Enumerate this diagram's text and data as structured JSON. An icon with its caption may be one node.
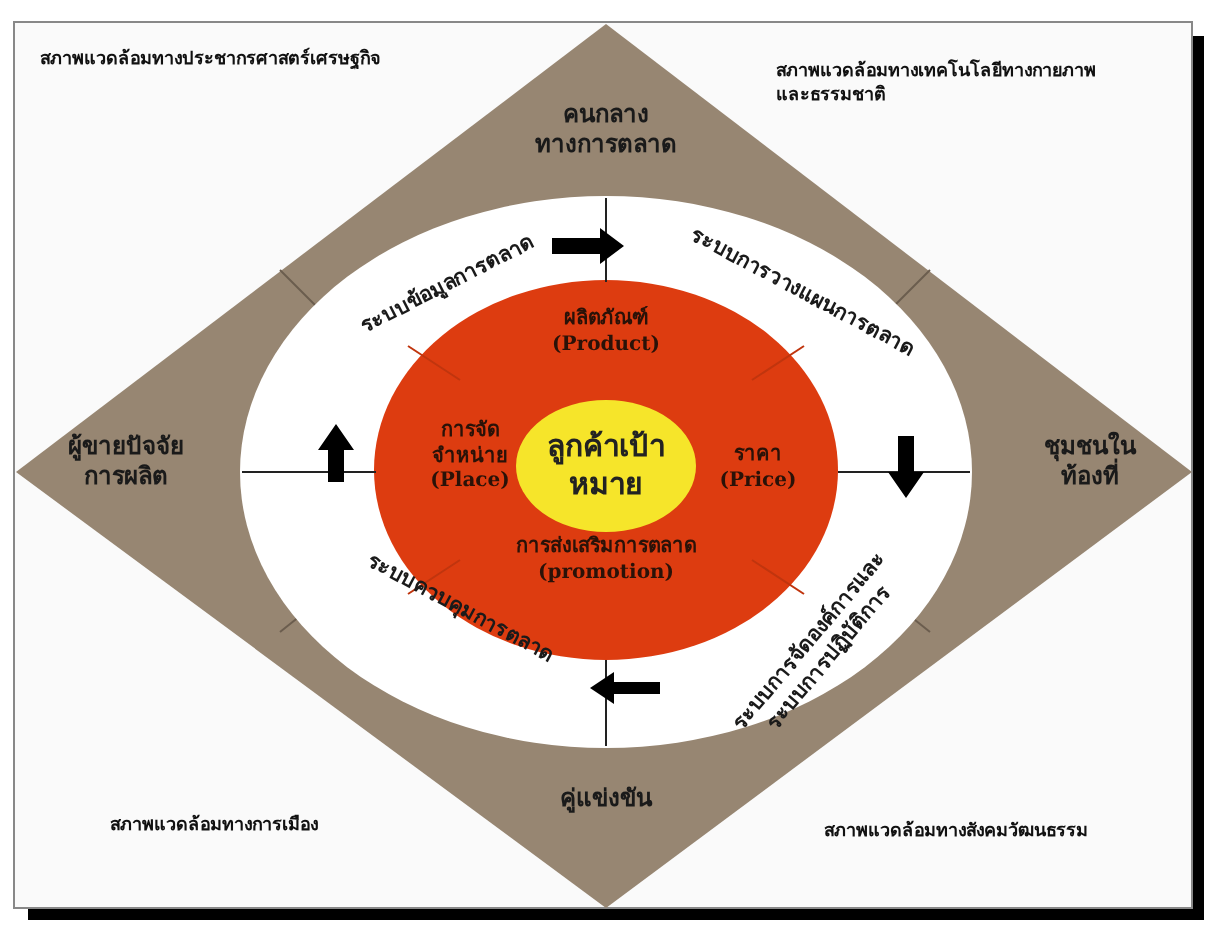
{
  "diagram": {
    "nodes": [
      {
        "text": [
          "คนกลางทางการตลาด"
        ]
      },
      {
        "text": [
          "ผู้ขายปัจจัยการผลิต"
        ]
      },
      {
        "text": [
          "ชุมชนในท้องที่"
        ]
      },
      {
        "text": [
          "คู่แข่งขัน"
        ]
      },
      {
        "text": [
          "ระบบข้อมูลการตลาด",
          "ระบบการวางแผนการตลาด",
          "ระบบการจัดองค์การและระบบการปฏิบัติการ",
          "ระบบควบคุมการตลาด"
        ]
      },
      {
        "text": [
          "ผลิตภัณฑ์ (Product)"
        ],
        "in": 4
      },
      {
        "text": [
          "การจัดจำหน่าย (Place)"
        ],
        "in": 4
      },
      {
        "text": [
          "ราคา (Price)"
        ],
        "in": 4
      },
      {
        "text": [
          "การส่งเสริมการตลาด (promotion)"
        ],
        "in": 4
      },
      {
        "text": [
          "ลูกค้าเป้าหมาย"
        ],
        "in": 4
      }
    ],
    "edges": [],
    "labels": [
      "สภาพแวดล้อมทางประชากรศาสตร์เศรษฐกิจ",
      "สภาพแวดล้อมทางเทคโนโลยีทางกายภาพและธรรมชาติ",
      "สภาพแวดล้อมทางการเมือง",
      "สภาพแวดล้อมทางสังคมวัฒนธรรม"
    ]
  }
}
